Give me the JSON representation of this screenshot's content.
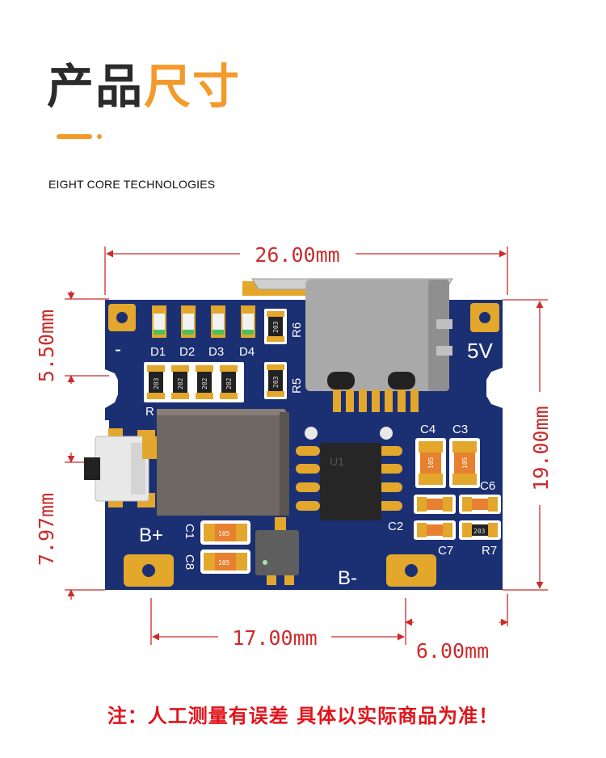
{
  "title": {
    "dark": "产品",
    "accent": "尺寸"
  },
  "company": "EIGHT CORE TECHNOLOGIES",
  "dimensions": {
    "width": "26.00mm",
    "height": "19.00mm",
    "left_upper": "5.50mm",
    "left_lower": "7.97mm",
    "bottom_main": "17.00mm",
    "bottom_right": "6.00mm"
  },
  "board": {
    "pads": {
      "minus": "-",
      "five_v": "5V",
      "b_plus": "B+",
      "b_minus": "B-"
    },
    "refs": {
      "d1": "D1",
      "d2": "D2",
      "d3": "D3",
      "d4": "D4",
      "r6": "R6",
      "r5": "R5",
      "r_left": "R",
      "c4": "C4",
      "c3": "C3",
      "c6": "C6",
      "c2": "C2",
      "c7": "C7",
      "r7": "R7",
      "c1": "C1",
      "c8": "C8",
      "u1": "U1"
    },
    "resistor_codes": {
      "r6": "203",
      "r5": "203",
      "ra": "203",
      "rb": "202",
      "rc": "202",
      "rd": "202",
      "r7": "203"
    },
    "cap_codes": {
      "c4": "105",
      "c3": "105",
      "c1": "105",
      "c8": "105"
    }
  },
  "colors": {
    "board": "#1b2f73",
    "pad": "#e2a72b",
    "accent": "#f39a2b",
    "dimension": "#cc2b2b",
    "note": "#e1141b"
  },
  "note": "注：人工测量有误差 具体以实际商品为准！"
}
